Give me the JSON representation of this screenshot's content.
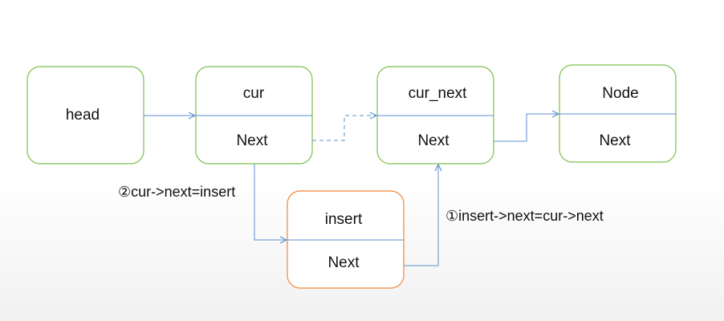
{
  "diagram": {
    "nodes": {
      "head": {
        "label": "head"
      },
      "cur": {
        "label": "cur",
        "field": "Next"
      },
      "cur_next": {
        "label": "cur_next",
        "field": "Next"
      },
      "node": {
        "label": "Node",
        "field": "Next"
      },
      "insert": {
        "label": "insert",
        "field": "Next"
      }
    },
    "annotations": {
      "step2": "②cur->next=insert",
      "step1": "①insert->next=cur->next"
    }
  },
  "colors": {
    "node_border": "#7cbf4a",
    "highlight_border": "#f0873c",
    "arrow": "#5b8fd0",
    "text": "#111111"
  }
}
